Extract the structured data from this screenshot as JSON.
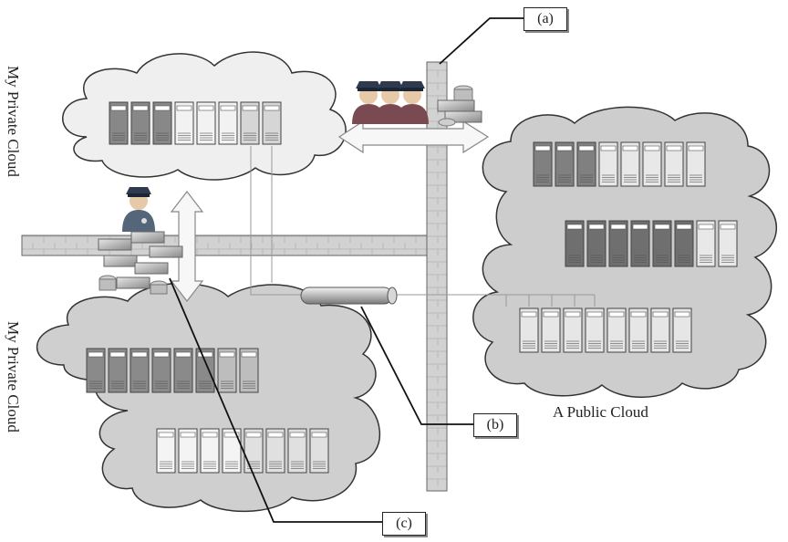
{
  "labels": {
    "private_cloud_top": "My Private Cloud",
    "private_cloud_bottom": "My Private Cloud",
    "public_cloud": "A Public Cloud"
  },
  "callouts": {
    "a": "(a)",
    "b": "(b)",
    "c": "(c)"
  }
}
